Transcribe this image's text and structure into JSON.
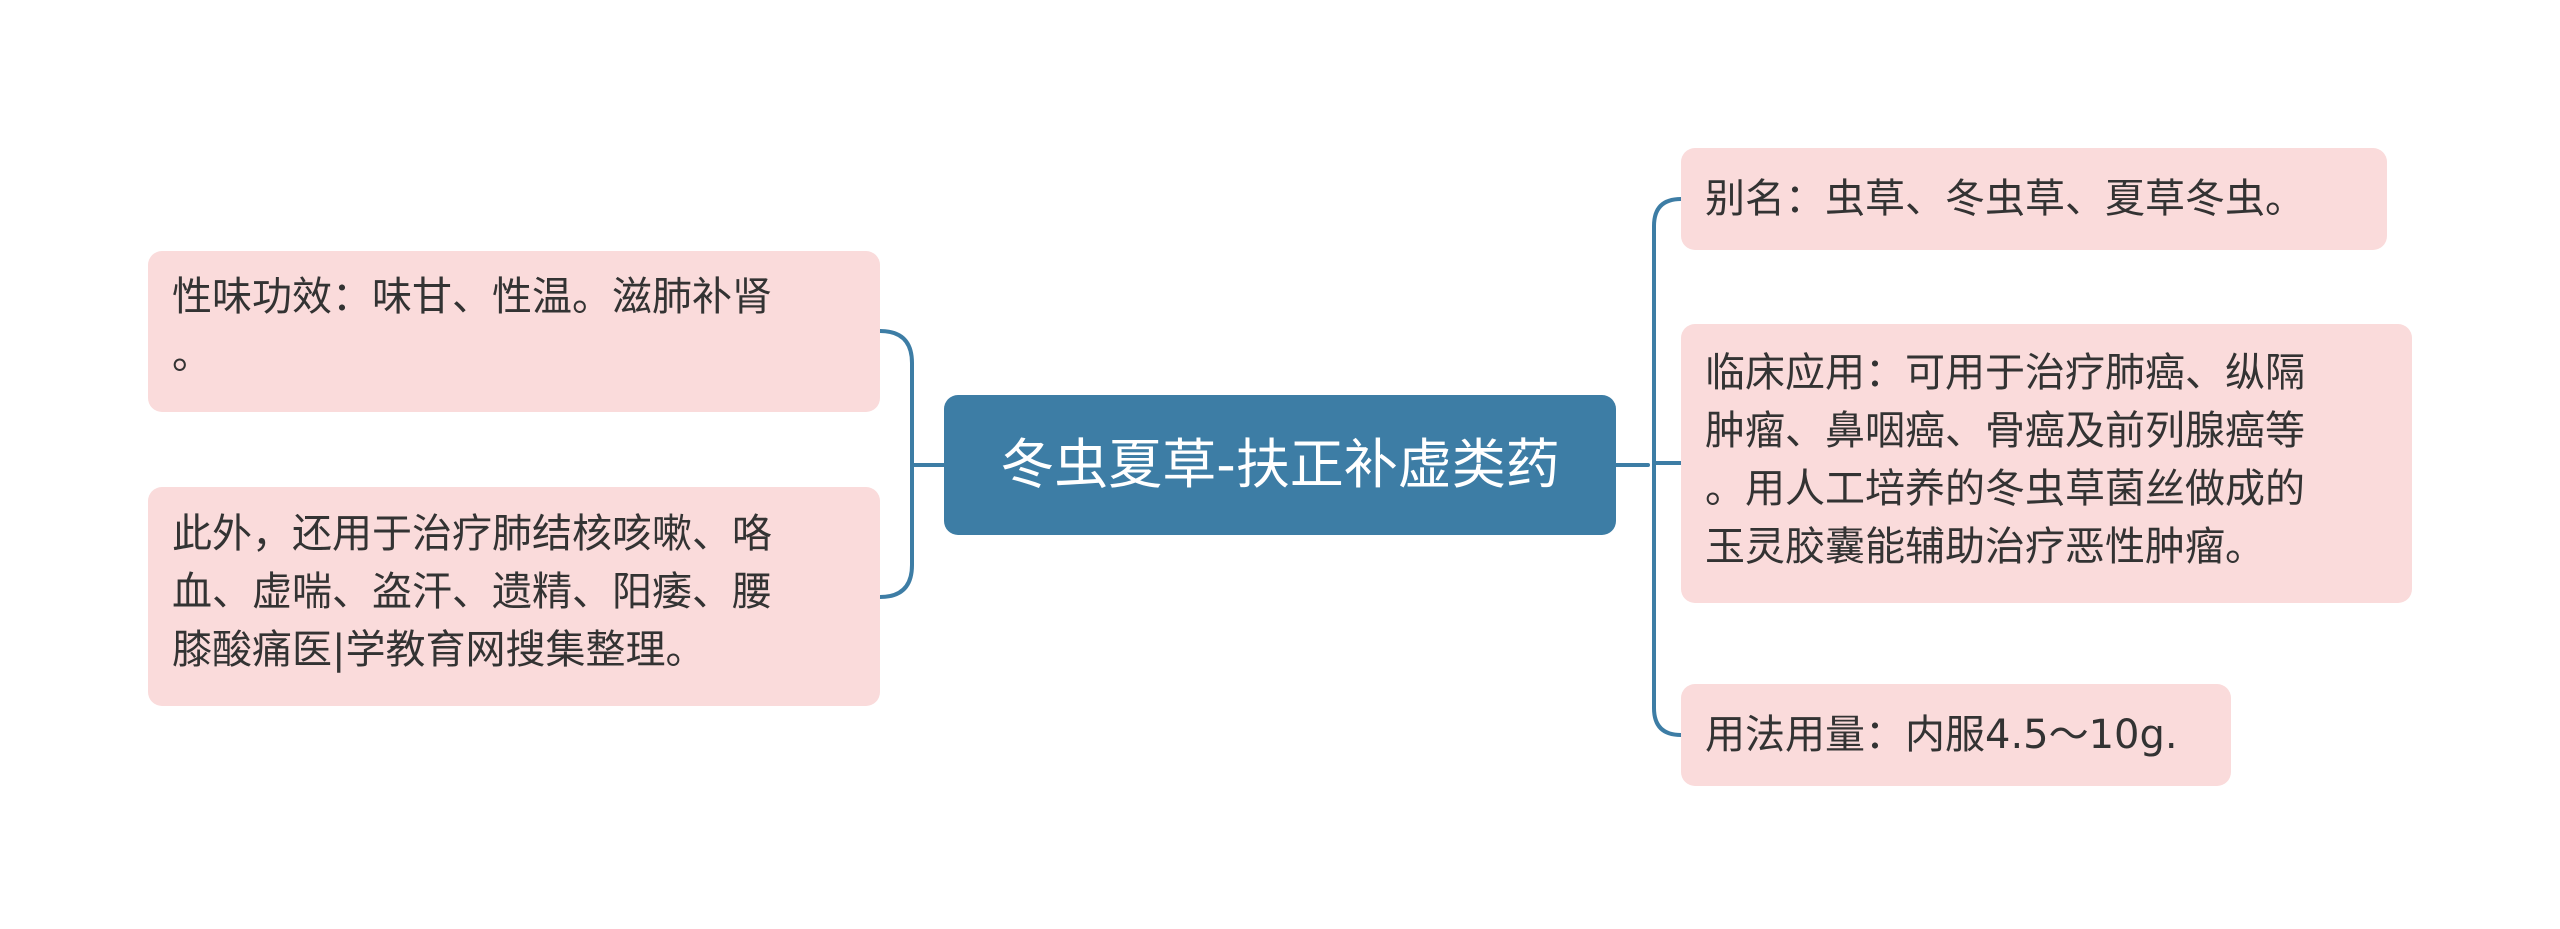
{
  "root": {
    "label": "冬虫夏草-扶正补虚类药"
  },
  "left_nodes": [
    {
      "text": "性味功效：味甘、性温。滋肺补肾\n。"
    },
    {
      "text": "此外，还用于治疗肺结核咳嗽、咯\n血、虚喘、盗汗、遗精、阳痿、腰\n膝酸痛医|学教育网搜集整理。"
    }
  ],
  "right_nodes": [
    {
      "text": "别名：虫草、冬虫草、夏草冬虫。"
    },
    {
      "text": "临床应用：可用于治疗肺癌、纵隔\n肿瘤、鼻咽癌、骨癌及前列腺癌等\n。用人工培养的冬虫草菌丝做成的\n玉灵胶囊能辅助治疗恶性肿瘤。"
    },
    {
      "text": "用法用量：内服4.5～10g."
    }
  ],
  "colors": {
    "root_fill": "#3d7da5",
    "node_fill": "#fadbdb",
    "connector": "#3d7da5",
    "text": "#333333",
    "root_text": "#ffffff"
  }
}
